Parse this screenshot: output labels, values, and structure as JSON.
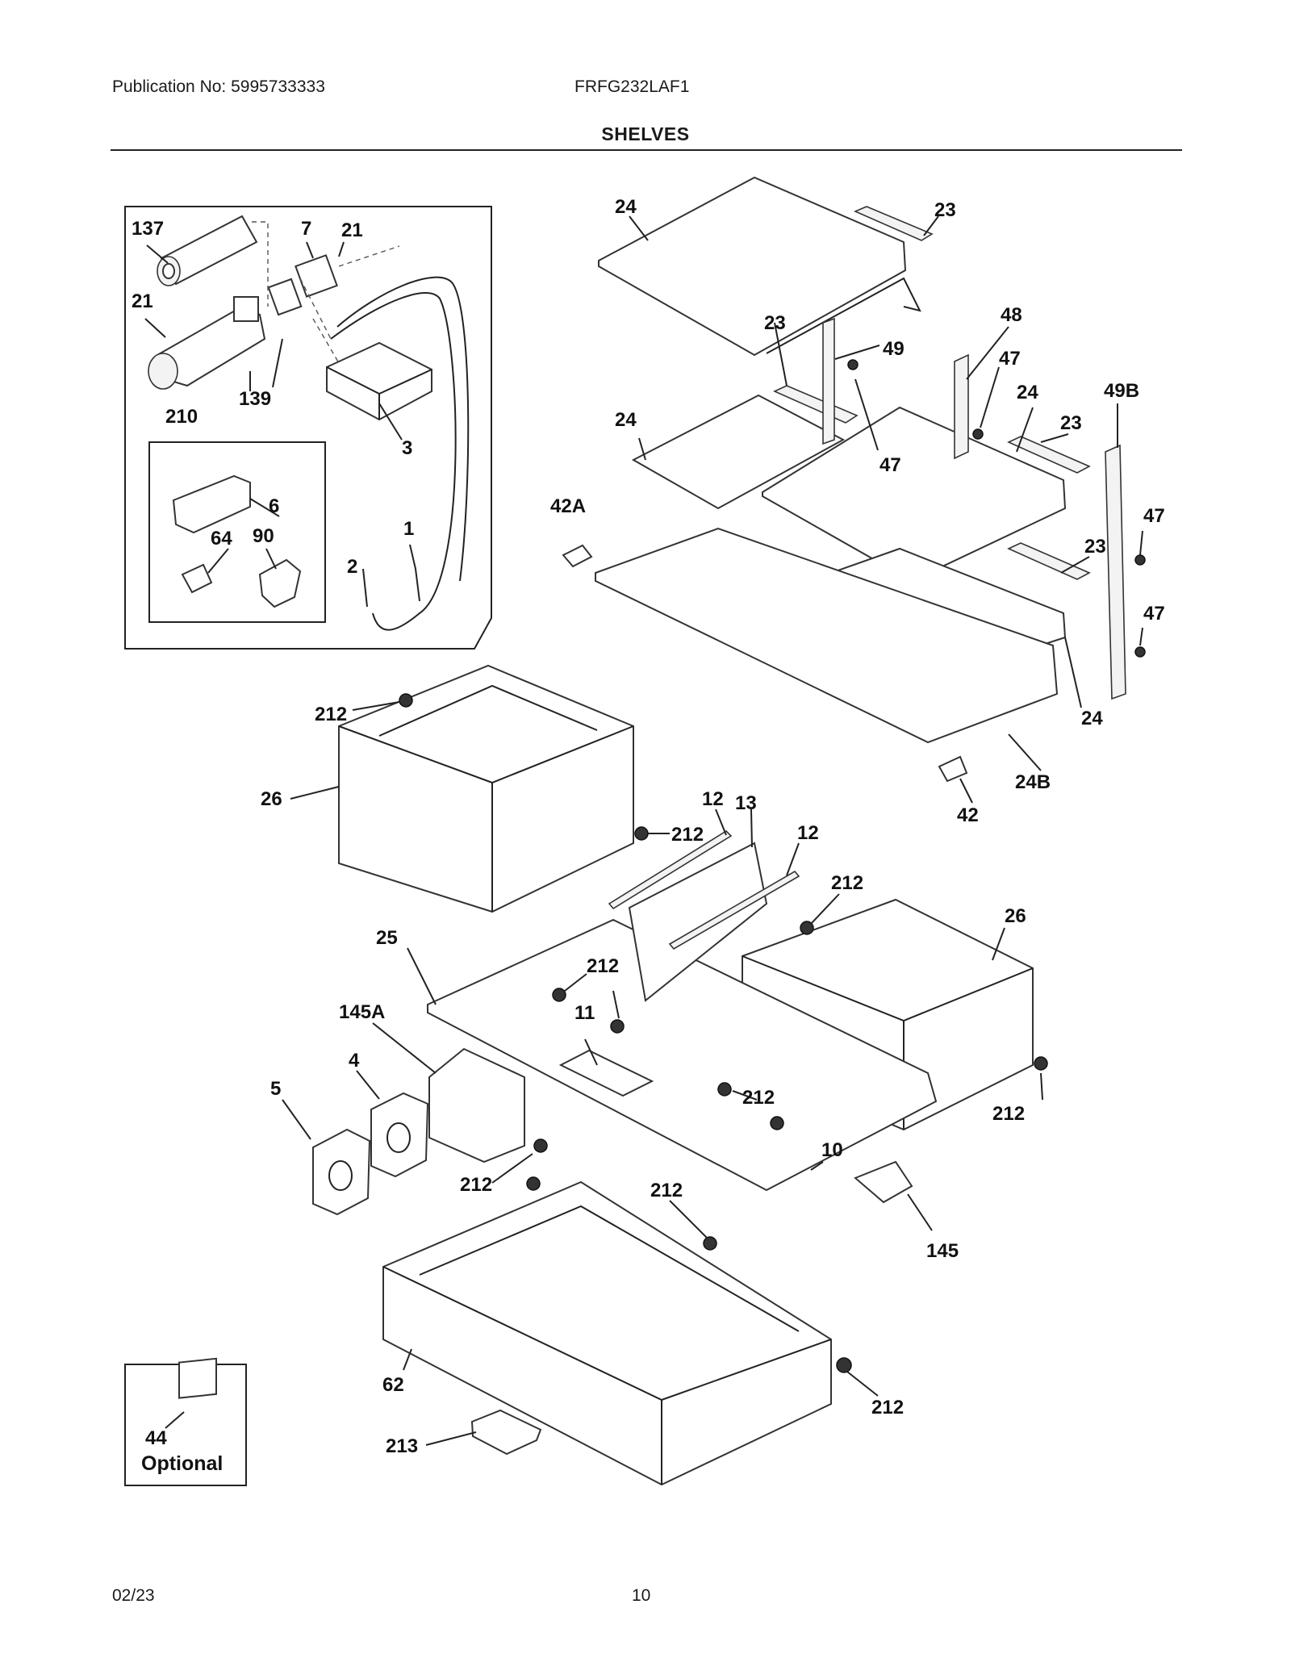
{
  "header": {
    "publication": "Publication No: 5995733333",
    "model": "FRFG232LAF1",
    "section_title": "SHELVES"
  },
  "footer": {
    "date": "02/23",
    "page_number": "10"
  },
  "inset_optional_label": "Optional",
  "callouts": {
    "c137": "137",
    "c7": "7",
    "c21a": "21",
    "c21b": "21",
    "c210": "210",
    "c139": "139",
    "c3": "3",
    "c6": "6",
    "c64": "64",
    "c90": "90",
    "c2": "2",
    "c1": "1",
    "c24a": "24",
    "c23a": "23",
    "c23b": "23",
    "c49": "49",
    "c48": "48",
    "c47a": "47",
    "c24b": "24",
    "c49B": "49B",
    "c24c": "24",
    "c23c": "23",
    "c47b": "47",
    "c42A": "42A",
    "c47c": "47",
    "c23d": "23",
    "c47d": "47",
    "c24d": "24",
    "c24B": "24B",
    "c42": "42",
    "c212a": "212",
    "c26a": "26",
    "c212b": "212",
    "c12a": "12",
    "c13": "13",
    "c12b": "12",
    "c212c": "212",
    "c26b": "26",
    "c25": "25",
    "c212d": "212",
    "c145A": "145A",
    "c11": "11",
    "c4": "4",
    "c5": "5",
    "c212e": "212",
    "c212f": "212",
    "c10": "10",
    "c212g": "212",
    "c212h": "212",
    "c145": "145",
    "c62": "62",
    "c212i": "212",
    "c44": "44",
    "c213": "213"
  }
}
